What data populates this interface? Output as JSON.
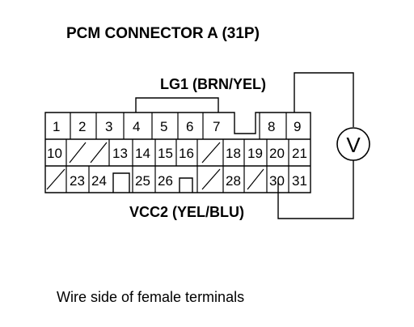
{
  "title": "PCM CONNECTOR A (31P)",
  "wire_top_label": "LG1 (BRN/YEL)",
  "wire_bottom_label": "VCC2 (YEL/BLU)",
  "caption": "Wire side of female terminals",
  "meter_symbol": "V",
  "connector": {
    "rows": [
      [
        {
          "label": "1"
        },
        {
          "label": "2"
        },
        {
          "label": "3"
        },
        {
          "label": "4"
        },
        {
          "label": "5"
        },
        {
          "label": "6"
        },
        {
          "label": "7"
        },
        {
          "label": ""
        },
        {
          "label": ""
        },
        {
          "label": "8"
        },
        {
          "label": "9"
        }
      ],
      [
        {
          "label": "10"
        },
        {
          "label": ""
        },
        {
          "label": ""
        },
        {
          "label": "13"
        },
        {
          "label": "14"
        },
        {
          "label": "15"
        },
        {
          "label": "16"
        },
        {
          "label": ""
        },
        {
          "label": "18"
        },
        {
          "label": "19"
        },
        {
          "label": "20"
        },
        {
          "label": "21"
        }
      ],
      [
        {
          "label": ""
        },
        {
          "label": "23"
        },
        {
          "label": "24"
        },
        {
          "label": ""
        },
        {
          "label": "25"
        },
        {
          "label": "26"
        },
        {
          "label": ""
        },
        {
          "label": ""
        },
        {
          "label": "28"
        },
        {
          "label": ""
        },
        {
          "label": "30"
        },
        {
          "label": "31"
        }
      ]
    ],
    "empty_cavities": [
      "11",
      "12",
      "17",
      "22",
      "27",
      "29"
    ]
  }
}
